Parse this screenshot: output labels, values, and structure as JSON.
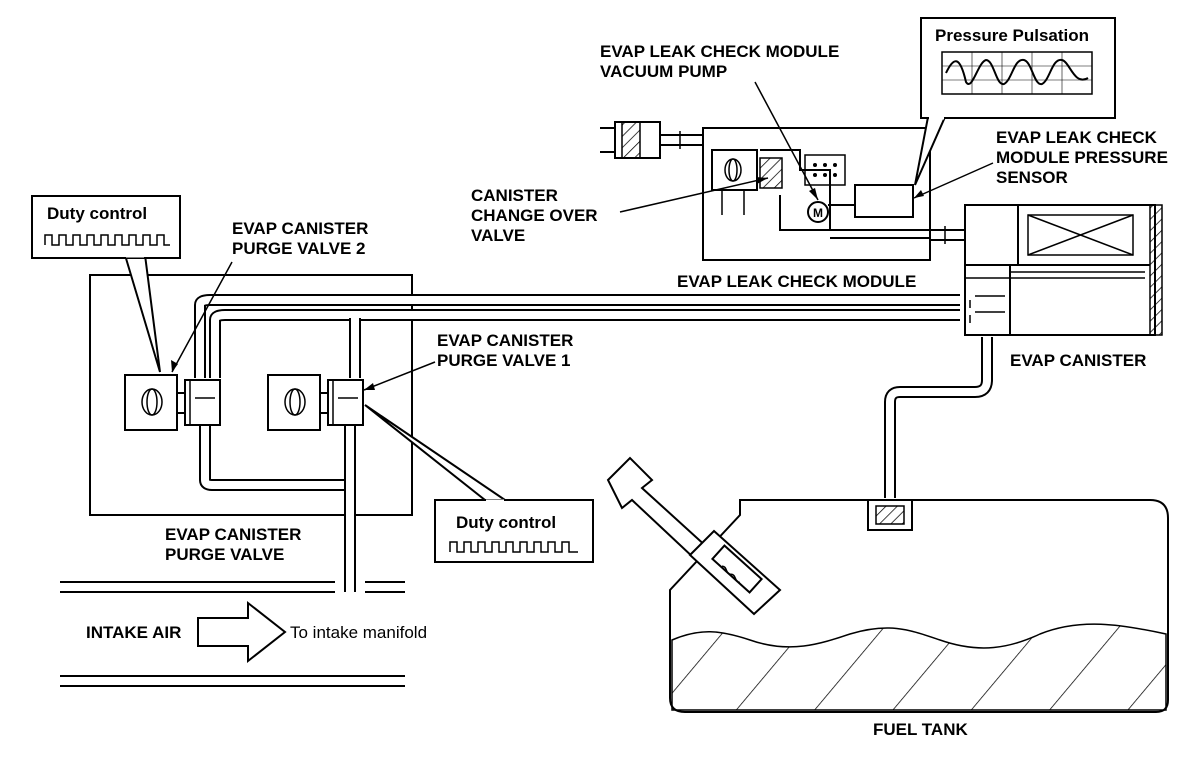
{
  "labels": {
    "duty_control_left": "Duty control",
    "duty_control_right": "Duty control",
    "purge_valve_2": [
      "EVAP CANISTER",
      "PURGE VALVE 2"
    ],
    "purge_valve_1": [
      "EVAP CANISTER",
      "PURGE VALVE 1"
    ],
    "purge_valve": [
      "EVAP CANISTER",
      "PURGE VALVE"
    ],
    "vacuum_pump": [
      "EVAP LEAK CHECK MODULE",
      "VACUUM PUMP"
    ],
    "pressure_pulsation": "Pressure Pulsation",
    "pressure_sensor": [
      "EVAP LEAK CHECK",
      "MODULE PRESSURE",
      "SENSOR"
    ],
    "change_over_valve": [
      "CANISTER",
      "CHANGE OVER",
      "VALVE"
    ],
    "leak_check_module": "EVAP LEAK CHECK MODULE",
    "evap_canister": "EVAP CANISTER",
    "intake_air": "INTAKE AIR",
    "to_intake_manifold": "To intake manifold",
    "fuel_tank": "FUEL TANK",
    "motor_symbol": "M"
  }
}
